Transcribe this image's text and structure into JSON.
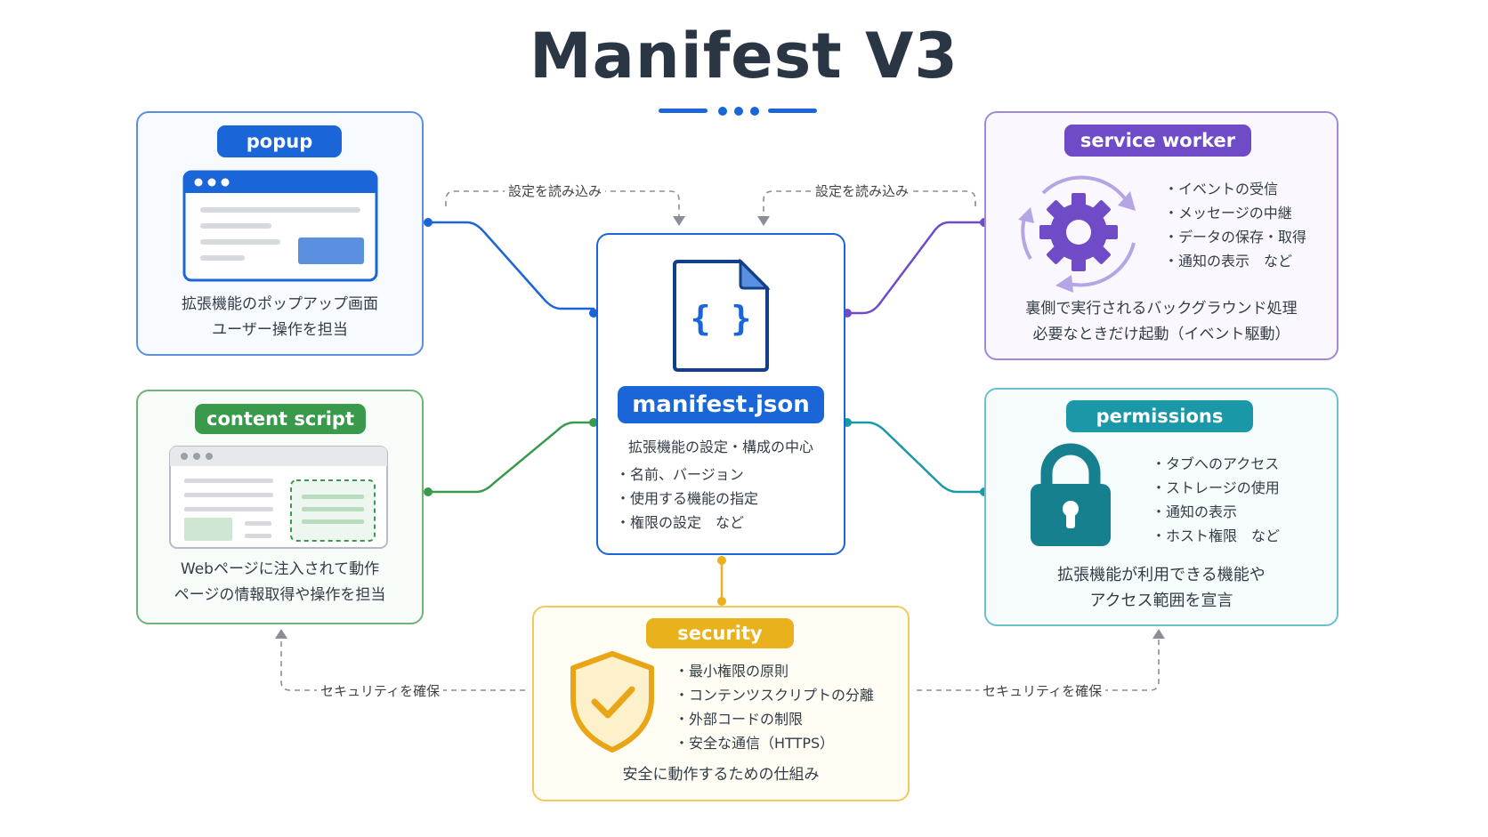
{
  "title": "Manifest V3",
  "center": {
    "pill": "manifest.json",
    "icon_text": "{ }",
    "subtitle": "拡張機能の設定・構成の中心",
    "bullets": [
      "名前、バージョン",
      "使用する機能の指定",
      "権限の設定　など"
    ]
  },
  "popup": {
    "pill": "popup",
    "desc": [
      "拡張機能のポップアップ画面",
      "ユーザー操作を担当"
    ]
  },
  "content_script": {
    "pill": "content script",
    "desc": [
      "Webページに注入されて動作",
      "ページの情報取得や操作を担当"
    ]
  },
  "service_worker": {
    "pill": "service worker",
    "bullets": [
      "イベントの受信",
      "メッセージの中継",
      "データの保存・取得",
      "通知の表示　など"
    ],
    "desc": [
      "裏側で実行されるバックグラウンド処理",
      "必要なときだけ起動（イベント駆動）"
    ]
  },
  "permissions": {
    "pill": "permissions",
    "bullets": [
      "タブへのアクセス",
      "ストレージの使用",
      "通知の表示",
      "ホスト権限　など"
    ],
    "desc": [
      "拡張機能が利用できる機能や",
      "アクセス範囲を宣言"
    ]
  },
  "security": {
    "pill": "security",
    "bullets": [
      "最小権限の原則",
      "コンテンツスクリプトの分離",
      "外部コードの制限",
      "安全な通信（HTTPS）"
    ],
    "desc": "安全に動作するための仕組み"
  },
  "flow_labels": {
    "read_left": "設定を読み込み",
    "read_right": "設定を読み込み",
    "secure_left": "セキュリティを確保",
    "secure_right": "セキュリティを確保"
  },
  "colors": {
    "blue": "#1a66d8",
    "green": "#3a9a4c",
    "purple": "#6f4bc8",
    "teal": "#1b98a8",
    "gold": "#e9b11c",
    "dark": "#2b3645"
  }
}
